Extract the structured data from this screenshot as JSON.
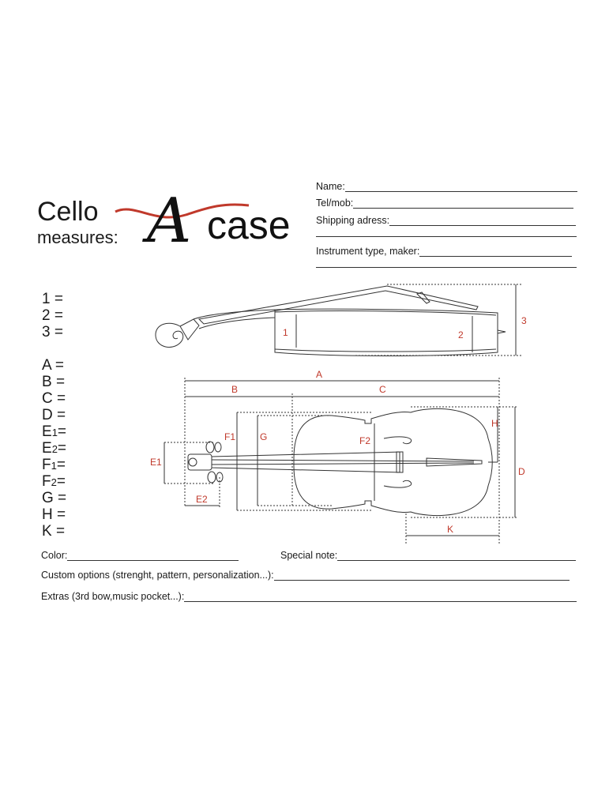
{
  "title": {
    "line1": "Cello",
    "line2": "measures:"
  },
  "brand": {
    "letter": "A",
    "word": "case",
    "accent_color": "#c0392b"
  },
  "contact_fields": [
    {
      "label": "Name:"
    },
    {
      "label": "Tel/mob:"
    },
    {
      "label": "Shipping adress:"
    },
    {
      "label": ""
    },
    {
      "label": "Instrument type, maker:"
    },
    {
      "label": ""
    }
  ],
  "measures": [
    {
      "key": "1",
      "sub": "",
      "eq": " ="
    },
    {
      "key": "2",
      "sub": "",
      "eq": " ="
    },
    {
      "key": "3",
      "sub": "",
      "eq": " ="
    },
    {
      "key": "A",
      "sub": "",
      "eq": " ="
    },
    {
      "key": "B",
      "sub": "",
      "eq": " ="
    },
    {
      "key": "C",
      "sub": "",
      "eq": " ="
    },
    {
      "key": "D",
      "sub": "",
      "eq": " ="
    },
    {
      "key": "E",
      "sub": "1",
      "eq": "="
    },
    {
      "key": "E",
      "sub": "2",
      "eq": "="
    },
    {
      "key": "F",
      "sub": "1",
      "eq": "="
    },
    {
      "key": "F",
      "sub": "2",
      "eq": "="
    },
    {
      "key": "G",
      "sub": "",
      "eq": " ="
    },
    {
      "key": "H",
      "sub": "",
      "eq": " ="
    },
    {
      "key": "K",
      "sub": "",
      "eq": " ="
    }
  ],
  "diagram_labels": {
    "side_1": "1",
    "side_2": "2",
    "side_3": "3",
    "A": "A",
    "B": "B",
    "C": "C",
    "D": "D",
    "E1": "E1",
    "E2": "E2",
    "F1": "F1",
    "F2": "F2",
    "G": "G",
    "H": "H",
    "K": "K"
  },
  "bottom_fields": {
    "color": "Color:",
    "special_note": "Special note:",
    "custom_options": "Custom options (strenght, pattern, personalization...):",
    "extras": "Extras (3rd bow,music pocket...):"
  }
}
